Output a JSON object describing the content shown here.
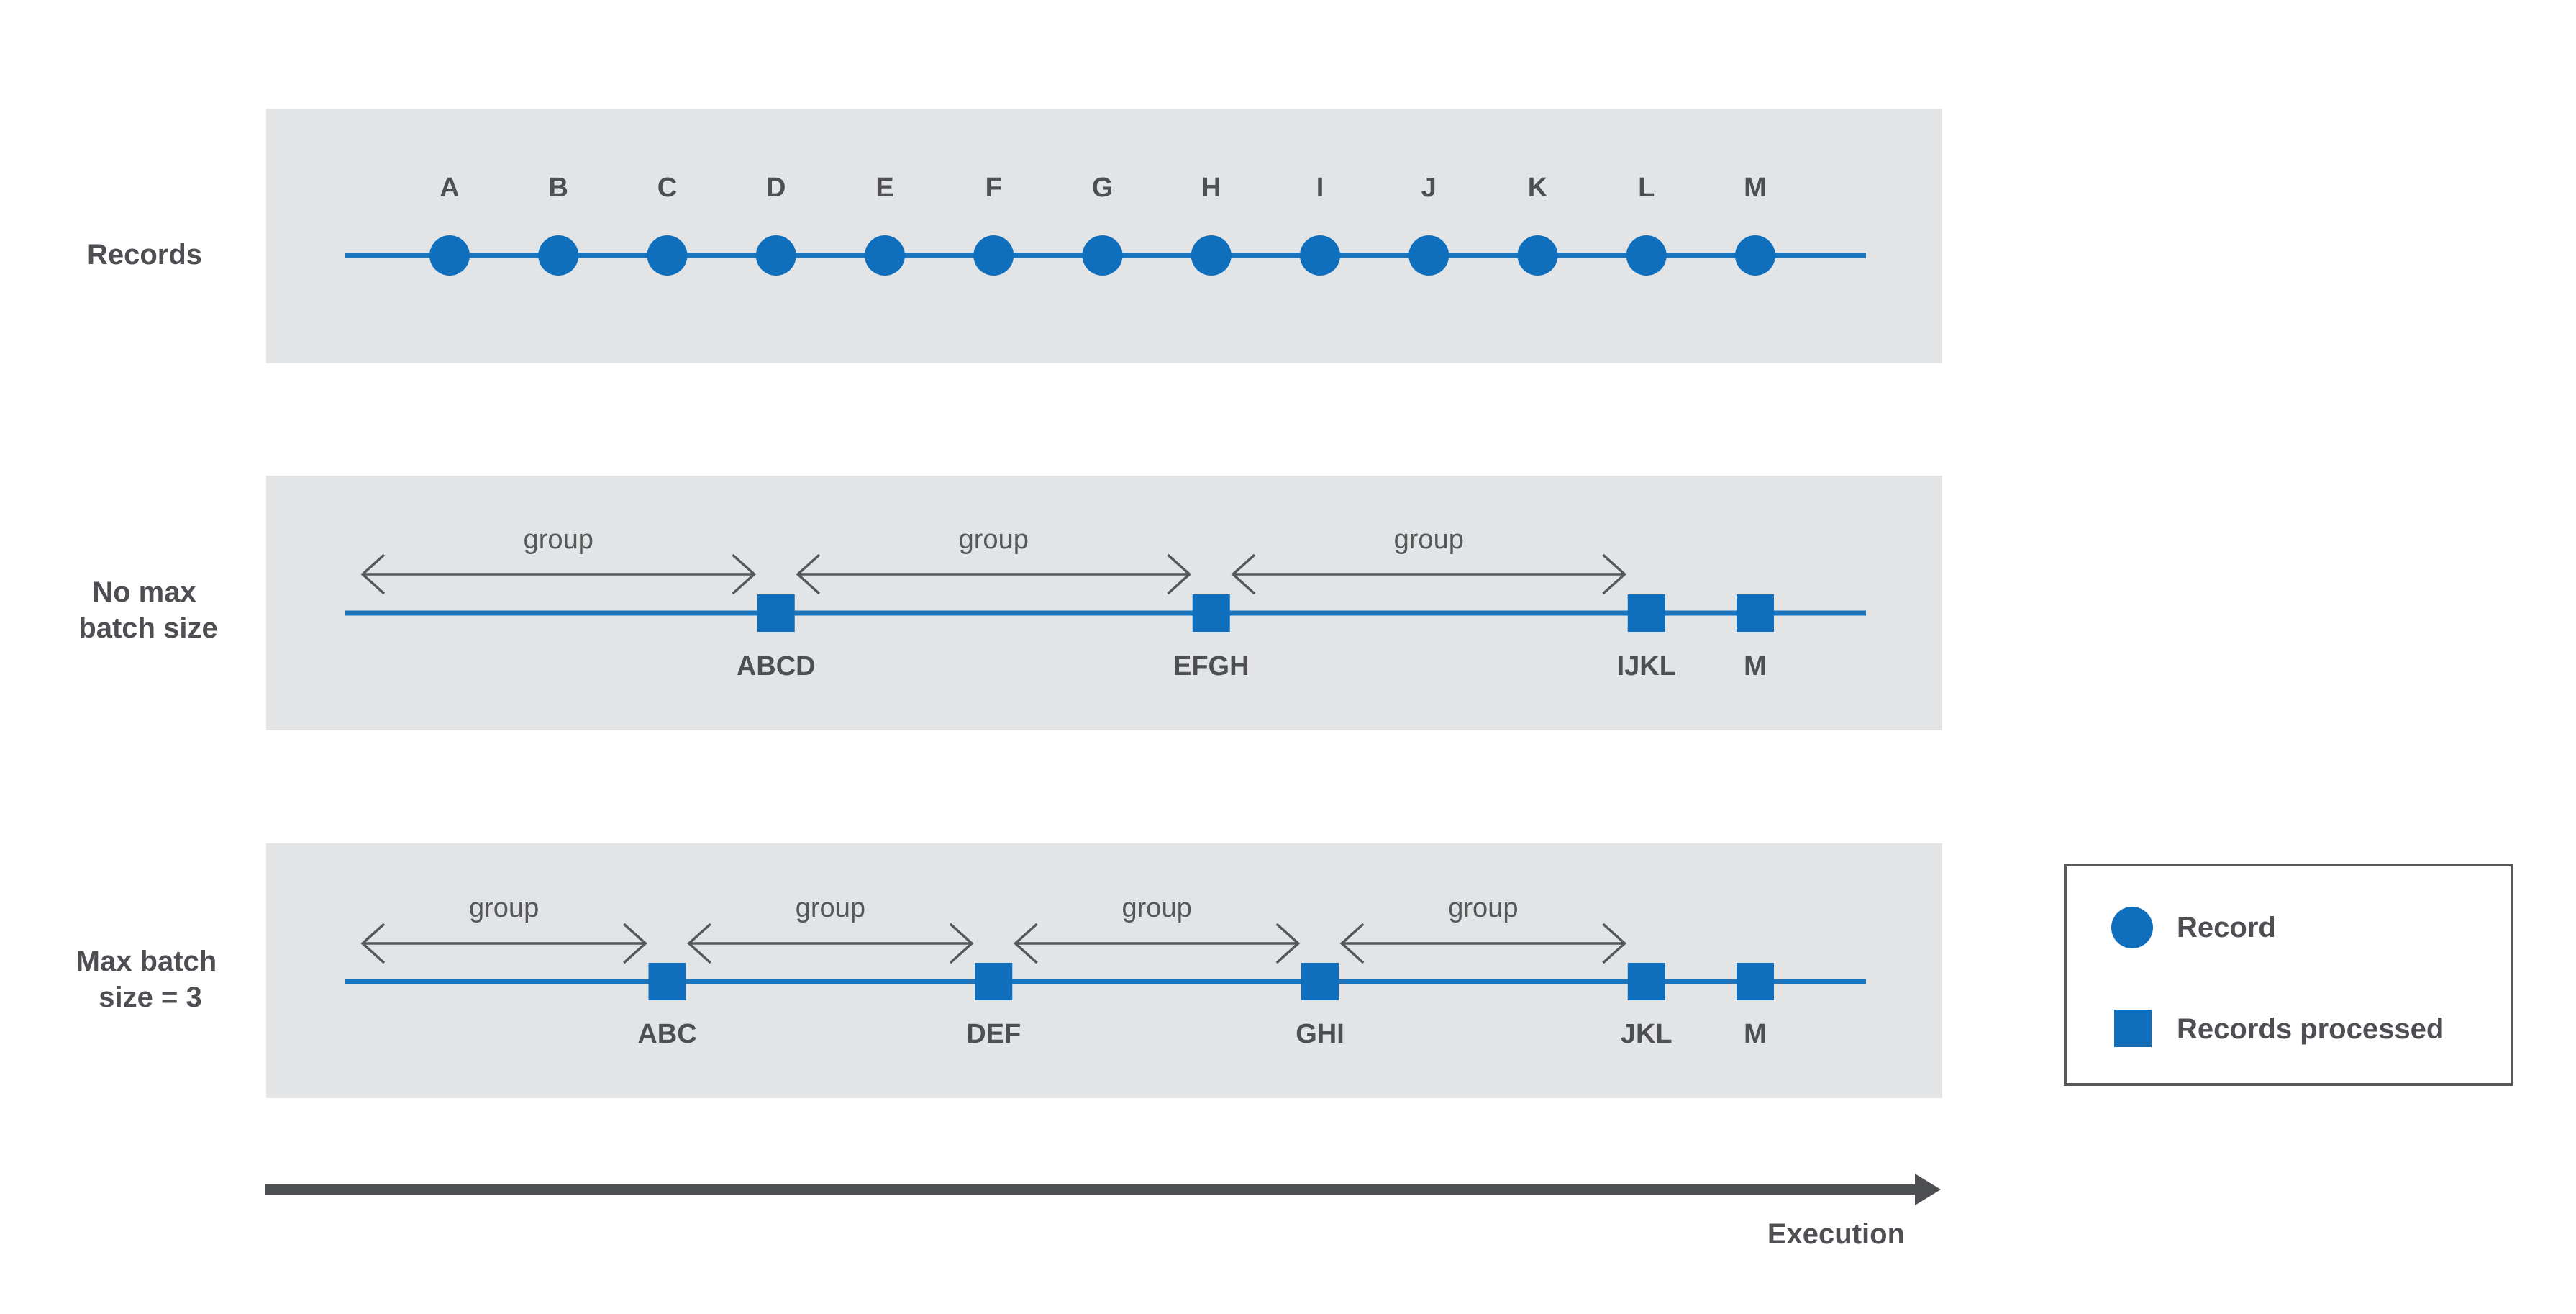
{
  "colors": {
    "panel": "#e3e4e5",
    "timeline": "#1a75bc",
    "marker": "#0f6fbd",
    "arrow": "#555759",
    "text": "#4d4f53",
    "axis": "#4d4f53",
    "legend_border": "#555759"
  },
  "rows": {
    "records": {
      "label_lines": [
        "Records"
      ],
      "items": [
        {
          "label": "A",
          "slot": 0
        },
        {
          "label": "B",
          "slot": 1
        },
        {
          "label": "C",
          "slot": 2
        },
        {
          "label": "D",
          "slot": 3
        },
        {
          "label": "E",
          "slot": 4
        },
        {
          "label": "F",
          "slot": 5
        },
        {
          "label": "G",
          "slot": 6
        },
        {
          "label": "H",
          "slot": 7
        },
        {
          "label": "I",
          "slot": 8
        },
        {
          "label": "J",
          "slot": 9
        },
        {
          "label": "K",
          "slot": 10
        },
        {
          "label": "L",
          "slot": 11
        },
        {
          "label": "M",
          "slot": 12
        }
      ]
    },
    "no_max": {
      "label_lines": [
        "No max",
        "batch size"
      ],
      "group_label": "group",
      "groups": [
        {
          "from_slot": -0.8,
          "to_slot": 2.8
        },
        {
          "from_slot": 3.2,
          "to_slot": 6.8
        },
        {
          "from_slot": 7.2,
          "to_slot": 10.8
        }
      ],
      "batches": [
        {
          "label": "ABCD",
          "slot": 3
        },
        {
          "label": "EFGH",
          "slot": 7
        },
        {
          "label": "IJKL",
          "slot": 11
        },
        {
          "label": "M",
          "slot": 12
        }
      ]
    },
    "max3": {
      "label_lines": [
        "Max batch",
        "size = 3"
      ],
      "group_label": "group",
      "groups": [
        {
          "from_slot": -0.8,
          "to_slot": 1.8
        },
        {
          "from_slot": 2.2,
          "to_slot": 4.8
        },
        {
          "from_slot": 5.2,
          "to_slot": 7.8
        },
        {
          "from_slot": 8.2,
          "to_slot": 10.8
        }
      ],
      "batches": [
        {
          "label": "ABC",
          "slot": 2
        },
        {
          "label": "DEF",
          "slot": 5
        },
        {
          "label": "GHI",
          "slot": 8
        },
        {
          "label": "JKL",
          "slot": 11
        },
        {
          "label": "M",
          "slot": 12
        }
      ]
    }
  },
  "legend": {
    "record_label": "Record",
    "processed_label": "Records processed"
  },
  "axis": {
    "label": "Execution"
  }
}
